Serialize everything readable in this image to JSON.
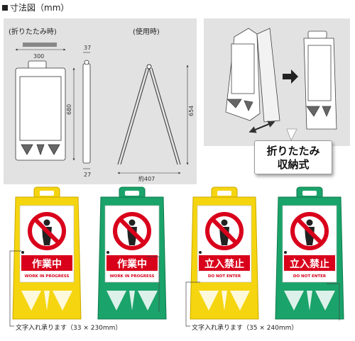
{
  "title": "寸法図（mm）",
  "folded_label": "(折りたたみ時)",
  "inuse_label": "(使用時)",
  "dims": {
    "width": "300",
    "depth_top": "37",
    "height": "680",
    "depth_bottom": "27",
    "inuse_height": "654",
    "inuse_spread": "約407"
  },
  "callout": {
    "line1": "折りたたみ",
    "line2": "収納式"
  },
  "signs": [
    {
      "text": "作業中",
      "sub": "WORK IN PROGRESS",
      "color": "#f5d50f"
    },
    {
      "text": "作業中",
      "sub": "WORK IN PROGRESS",
      "color": "#1aa36a"
    },
    {
      "text": "立入禁止",
      "sub": "DO NOT ENTER",
      "color": "#f5d50f"
    },
    {
      "text": "立入禁止",
      "sub": "DO NOT ENTER",
      "color": "#1aa36a"
    }
  ],
  "captions": {
    "left": "文字入れ承ります（33 × 230mm）",
    "right": "文字入れ承ります（35 × 240mm）"
  },
  "colors": {
    "panel_bg": "#e2e2e2",
    "yellow": "#f5d50f",
    "green": "#1aa36a",
    "red": "#d9001b"
  }
}
